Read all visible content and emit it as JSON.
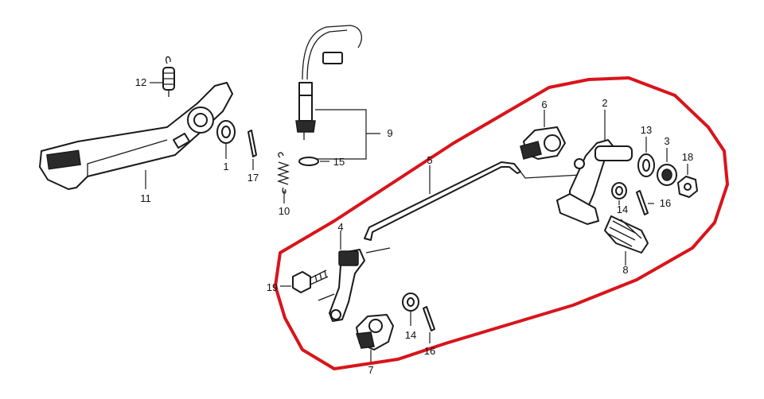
{
  "highlight_color": "#d9141b",
  "callouts": [
    {
      "id": "c1",
      "text": "1"
    },
    {
      "id": "c2",
      "text": "2"
    },
    {
      "id": "c3",
      "text": "3"
    },
    {
      "id": "c4",
      "text": "4"
    },
    {
      "id": "c5",
      "text": "5"
    },
    {
      "id": "c6",
      "text": "6"
    },
    {
      "id": "c7",
      "text": "7"
    },
    {
      "id": "c8",
      "text": "8"
    },
    {
      "id": "c9",
      "text": "9"
    },
    {
      "id": "c10",
      "text": "10"
    },
    {
      "id": "c11",
      "text": "11"
    },
    {
      "id": "c12",
      "text": "12"
    },
    {
      "id": "c13",
      "text": "13"
    },
    {
      "id": "c14a",
      "text": "14"
    },
    {
      "id": "c14b",
      "text": "14"
    },
    {
      "id": "c15",
      "text": "15"
    },
    {
      "id": "c16a",
      "text": "16"
    },
    {
      "id": "c16b",
      "text": "16"
    },
    {
      "id": "c17",
      "text": "17"
    },
    {
      "id": "c18",
      "text": "18"
    },
    {
      "id": "c19",
      "text": "19"
    }
  ]
}
